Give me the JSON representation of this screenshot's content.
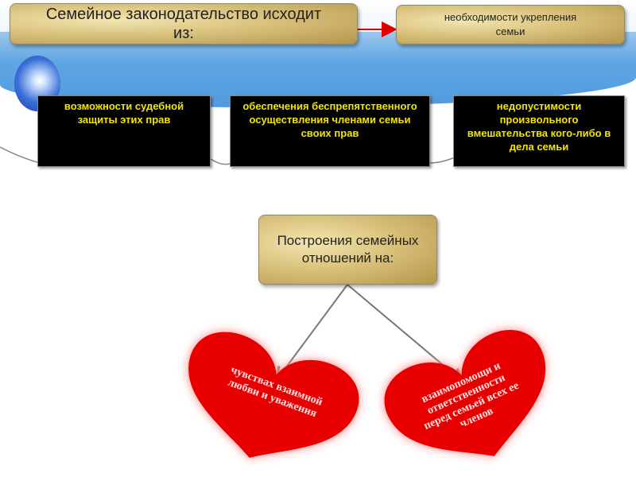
{
  "title_box": {
    "text": "Семейное законодательство исходит из:"
  },
  "target_box": {
    "text": "необходимости укрепления семьи"
  },
  "principles": [
    {
      "text": "возможности судебной защиты этих прав"
    },
    {
      "text": "обеспечения беспрепятственного осуществления членами семьи своих прав"
    },
    {
      "text": "недопустимости произвольного вмешательства кого-либо в дела семьи"
    }
  ],
  "relations_box": {
    "text": "Построения семейных отношений на:"
  },
  "hearts": [
    {
      "text": "чувствах взаимной любви и уважения"
    },
    {
      "text": "взаимопомощи и ответственности перед семьей всех ее членов"
    }
  ],
  "colors": {
    "heart": "#e00000",
    "principle_text": "#f2e600",
    "arrow": "#e00000"
  }
}
